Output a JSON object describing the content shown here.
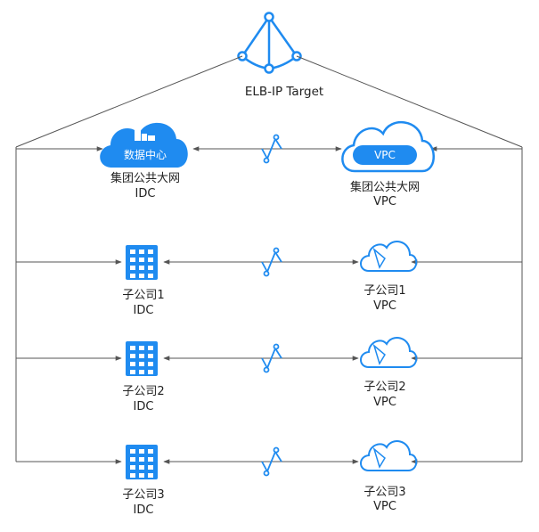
{
  "title": "ELB-IP Target",
  "colors": {
    "accent": "#1f8bf0",
    "line": "#555555",
    "building": "#1f8bf0"
  },
  "rows": [
    {
      "idc": {
        "icon": "datacenter-cloud-icon",
        "badge": "数据中心",
        "label1": "集团公共大网",
        "label2": "IDC"
      },
      "vpc": {
        "icon": "vpc-cloud-icon",
        "badge": "VPC",
        "label1": "集团公共大网",
        "label2": "VPC"
      },
      "link_icon": "vpn-link-icon"
    },
    {
      "idc": {
        "icon": "building-icon",
        "label1": "子公司1",
        "label2": "IDC"
      },
      "vpc": {
        "icon": "cloud-outline-icon",
        "label1": "子公司1",
        "label2": "VPC"
      },
      "link_icon": "vpn-link-icon"
    },
    {
      "idc": {
        "icon": "building-icon",
        "label1": "子公司2",
        "label2": "IDC"
      },
      "vpc": {
        "icon": "cloud-outline-icon",
        "label1": "子公司2",
        "label2": "VPC"
      },
      "link_icon": "vpn-link-icon"
    },
    {
      "idc": {
        "icon": "building-icon",
        "label1": "子公司3",
        "label2": "IDC"
      },
      "vpc": {
        "icon": "cloud-outline-icon",
        "label1": "子公司3",
        "label2": "VPC"
      },
      "link_icon": "vpn-link-icon"
    }
  ]
}
